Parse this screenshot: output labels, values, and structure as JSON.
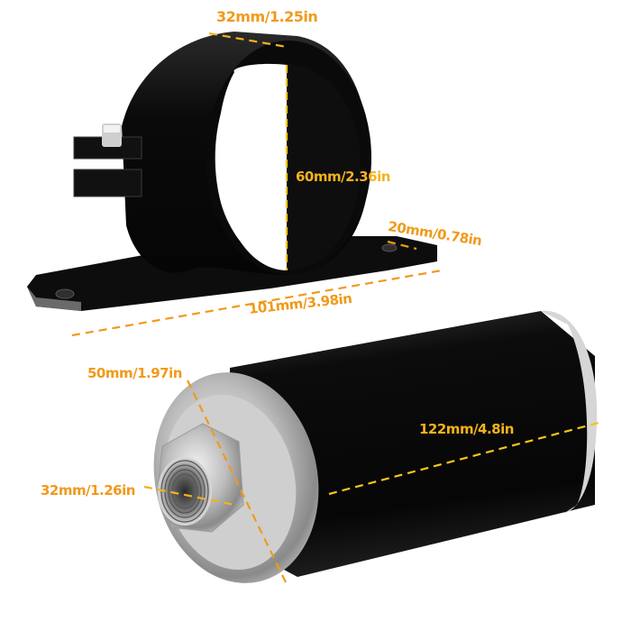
{
  "product": {
    "items": [
      "fuel-filter-mounting-bracket",
      "inline-fuel-filter"
    ]
  },
  "colors": {
    "background": "#ffffff",
    "annotation_orange": "#f09a1a",
    "annotation_yellow": "#f5c518",
    "body_black": "#0b0b0b",
    "aluminum": "#c9c9c9"
  },
  "dimensions": {
    "bracket_width": "32mm/1.25in",
    "bracket_inner_diameter": "60mm/2.36in",
    "bracket_foot_width": "20mm/0.78in",
    "bracket_length": "101mm/3.98in",
    "filter_diameter": "50mm/1.97in",
    "filter_length": "122mm/4.8in",
    "filter_port": "32mm/1.26in"
  }
}
